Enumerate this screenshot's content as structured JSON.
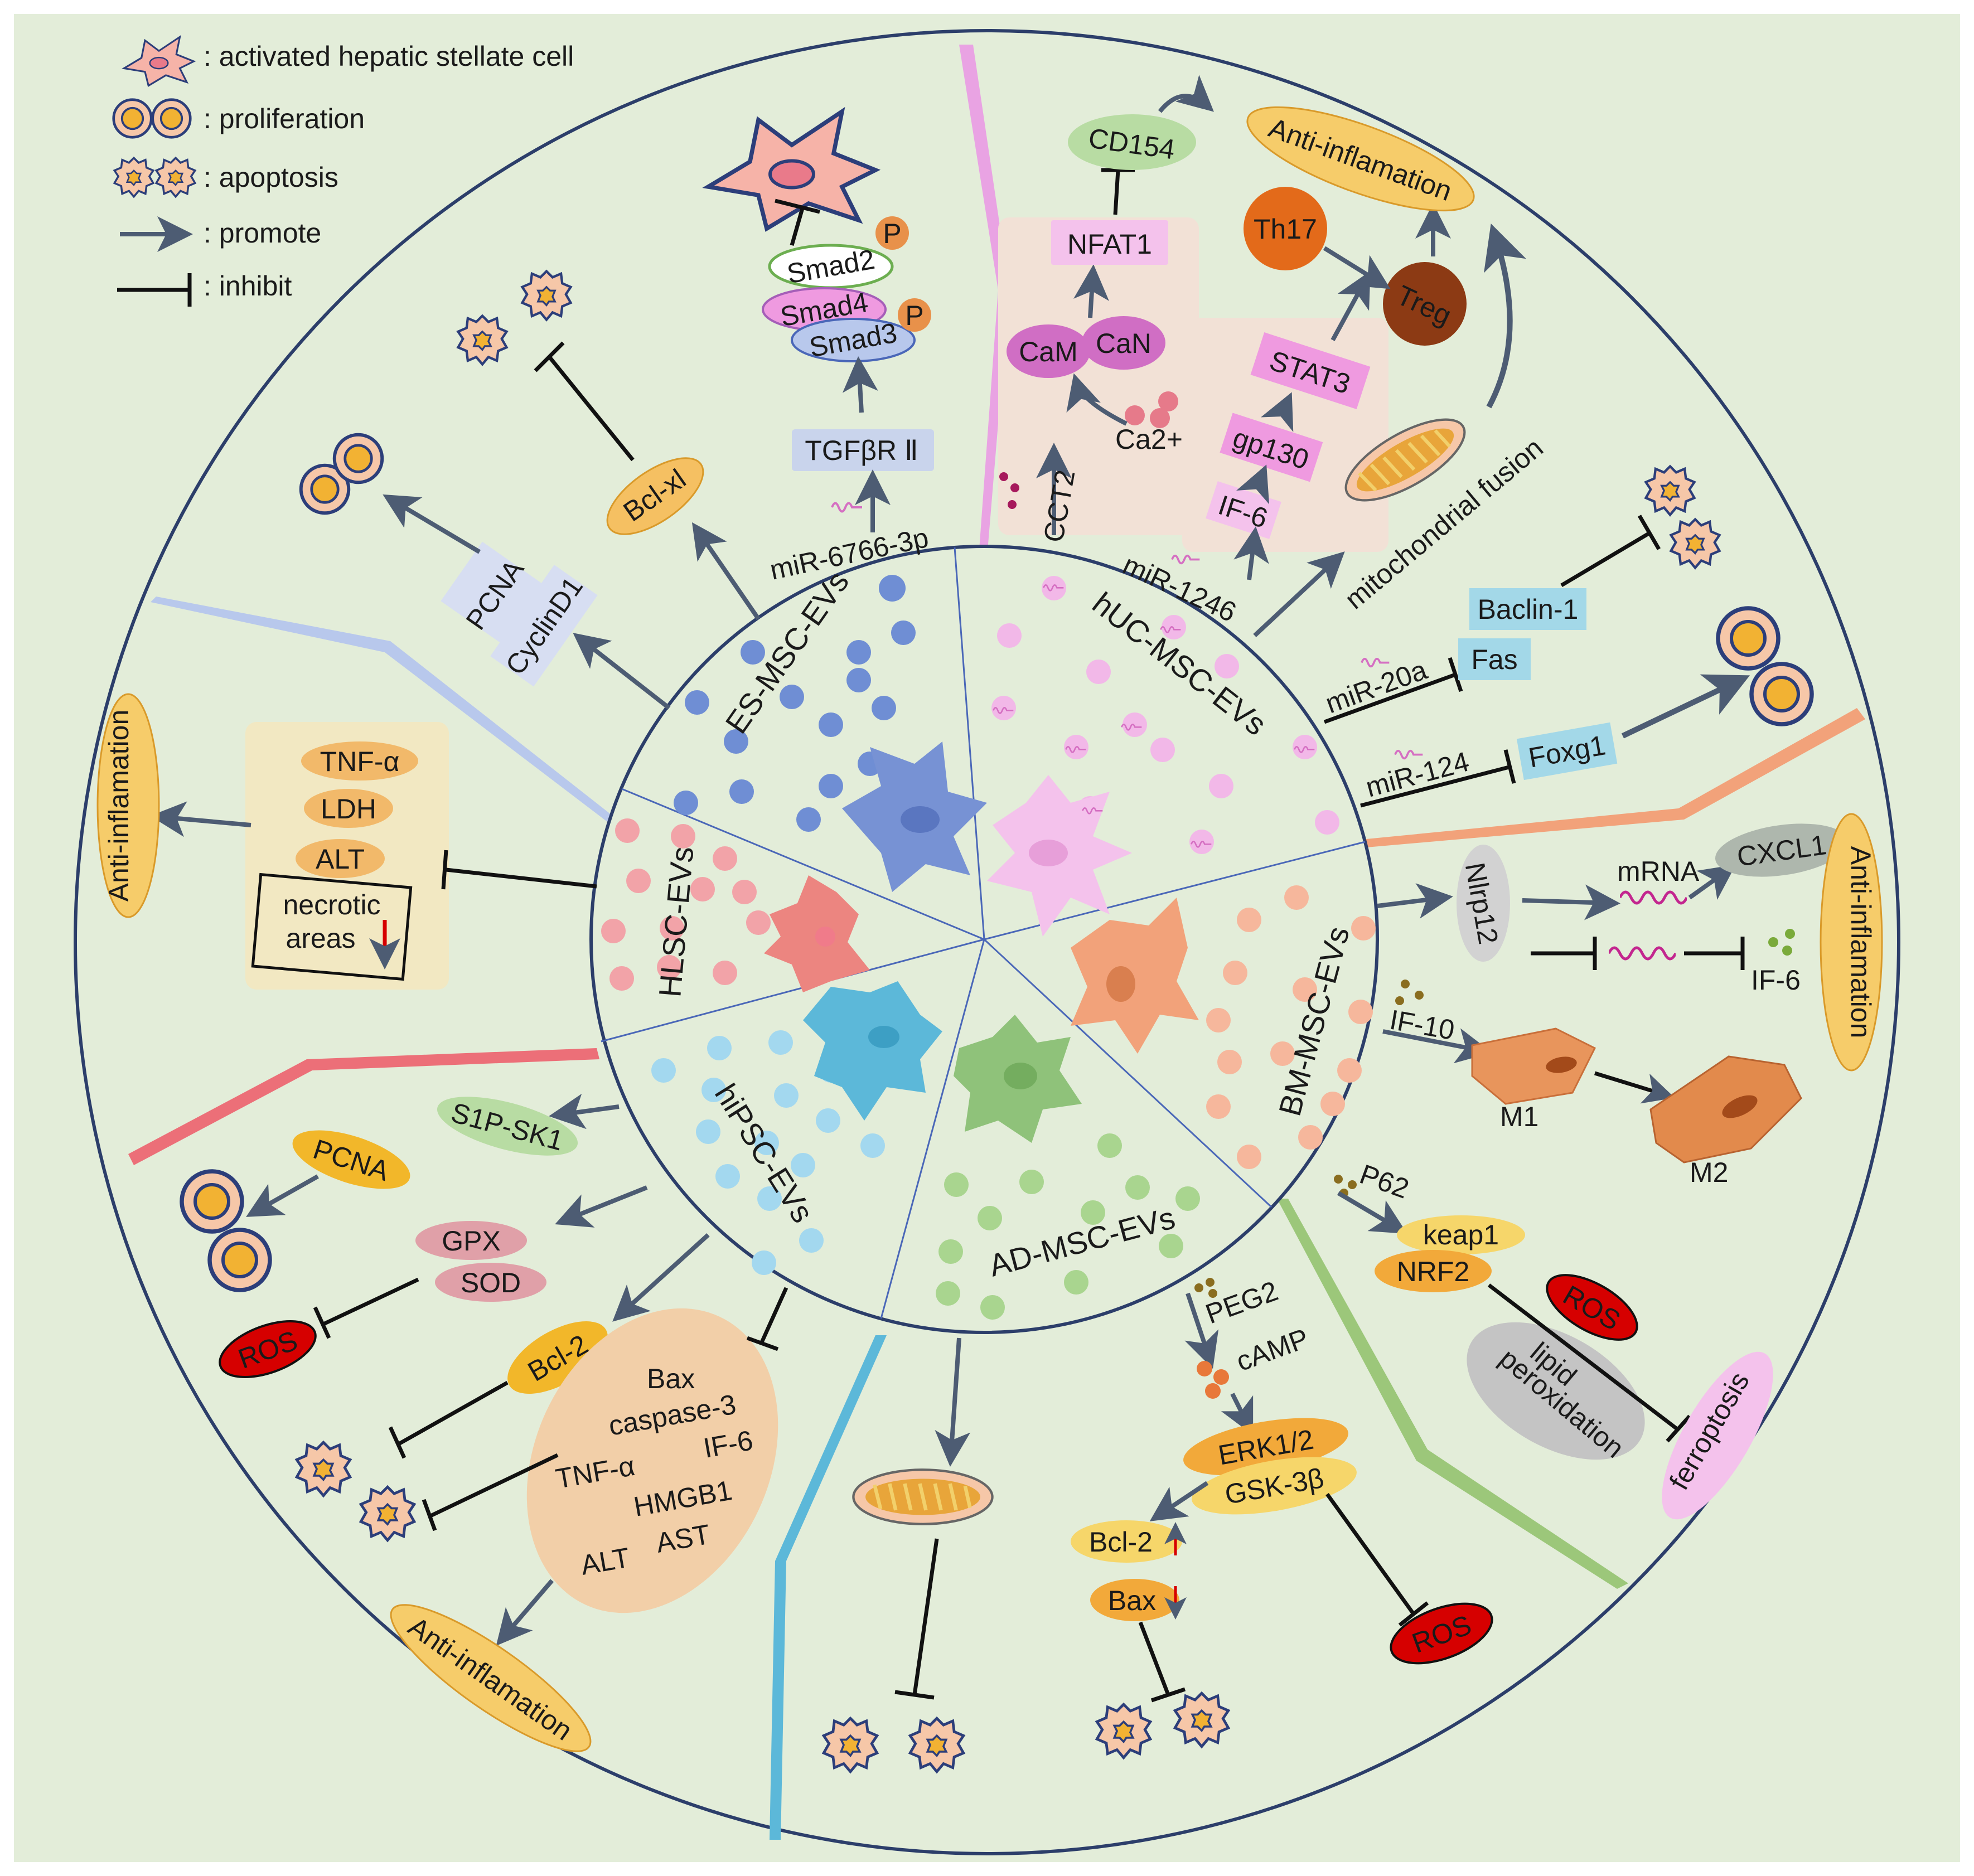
{
  "legend": {
    "hsc": ": activated hepatic stellate cell",
    "proliferation": ": proliferation",
    "apoptosis": ": apoptosis",
    "promote": ": promote",
    "inhibit": ": inhibit"
  },
  "sectors": {
    "es": "ES-MSC-EVs",
    "huc": "hUC-MSC-EVs",
    "bm": "BM-MSC-EVs",
    "ad": "AD-MSC-EVs",
    "hipsc": "hiPSC-EVs",
    "hlsc": "HLSC-EVs"
  },
  "es_pathway": {
    "mirna": "miR-6766-3p",
    "receptor": "TGFβR Ⅱ",
    "smad3": "Smad3",
    "smad4": "Smad4",
    "smad2": "Smad2",
    "p1": "P",
    "p2": "P",
    "bclxl": "Bcl-xl",
    "pcna": "PCNA",
    "cyclind1": "CyclinD1"
  },
  "huc_pathway": {
    "cct2": "CCT2",
    "ca": "Ca2+",
    "cam": "CaM",
    "can": "CaN",
    "nfat1": "NFAT1",
    "cd154": "CD154",
    "mirna1246": "miR-1246",
    "if6": "IF-6",
    "gp130": "gp130",
    "stat3": "STAT3",
    "th17": "Th17",
    "treg": "Treg",
    "anti_inflammation": "Anti-inflamation",
    "mito_fusion": "mitochondrial fusion",
    "mirna20a": "miR-20a",
    "fas": "Fas",
    "baclin": "Baclin-1",
    "mirna124": "miR-124",
    "foxg1": "Foxg1"
  },
  "bm_pathway": {
    "nlrp12": "Nlrp12",
    "mrna": "mRNA",
    "cxcl1": "CXCL1",
    "if6": "IF-6",
    "if10": "IF-10",
    "m1": "M1",
    "m2": "M2",
    "anti_inflammation": "Anti-inflamation",
    "p62": "P62",
    "keap1": "keap1",
    "nrf2": "NRF2",
    "ros": "ROS",
    "lipid": "lipid",
    "peroxidation": "peroxidation",
    "ferroptosis": "ferroptosis"
  },
  "ad_pathway": {
    "peg2": "PEG2",
    "camp": "cAMP",
    "erk": "ERK1/2",
    "gsk": "GSK-3β",
    "bcl2": "Bcl-2",
    "bax": "Bax",
    "ros": "ROS"
  },
  "hipsc_pathway": {
    "s1p": "S1P-SK1",
    "pcna": "PCNA",
    "gpx": "GPX",
    "sod": "SOD",
    "ros": "ROS",
    "bcl2": "Bcl-2",
    "bax": "Bax",
    "casp3": "caspase-3",
    "tnf": "TNF-α",
    "if6": "IF-6",
    "hmgb1": "HMGB1",
    "alt": "ALT",
    "ast": "AST",
    "anti_inflammation": "Anti-inflamation"
  },
  "hlsc_pathway": {
    "tnf": "TNF-α",
    "ldh": "LDH",
    "alt": "ALT",
    "necrotic1": "necrotic",
    "necrotic2": "areas",
    "anti_inflammation": "Anti-inflamation"
  },
  "colors": {
    "background": "#e3edd9",
    "sector_es": "#6f8ed4",
    "sector_huc": "#f2b8e8",
    "sector_bm": "#f2a27a",
    "sector_ad": "#8fc27a",
    "sector_hipsc": "#5cb8d9",
    "sector_hlsc": "#ec8580",
    "arrow": "#4d5c73",
    "ros": "#d60000"
  }
}
